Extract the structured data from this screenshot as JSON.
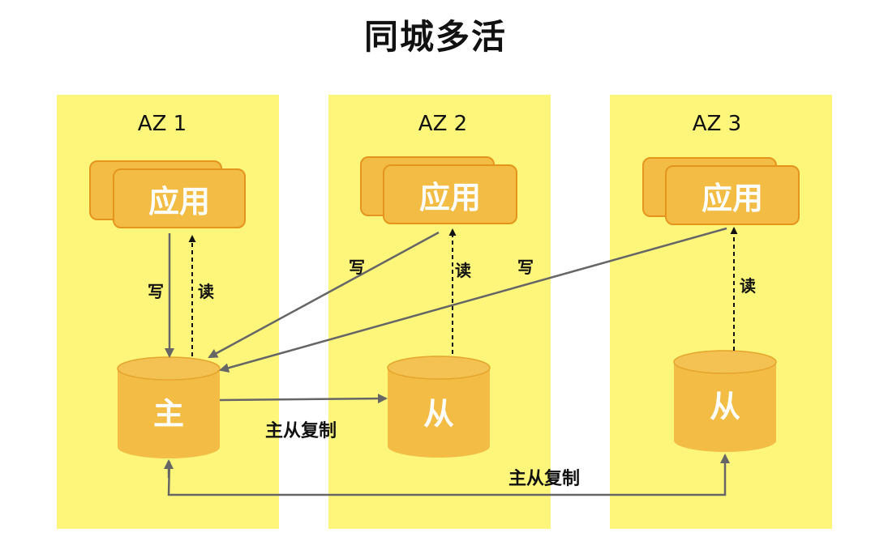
{
  "title": "同城多活",
  "zones": [
    {
      "label": "AZ 1",
      "app": "应用",
      "db": "主"
    },
    {
      "label": "AZ 2",
      "app": "应用",
      "db": "从"
    },
    {
      "label": "AZ 3",
      "app": "应用",
      "db": "从"
    }
  ],
  "edges": {
    "write": "写",
    "read": "读",
    "replication": "主从复制"
  },
  "colors": {
    "zone_bg": "#fef67a",
    "node_fill": "#f2bc45",
    "node_border": "#e5951e",
    "arrow": "#666666"
  }
}
